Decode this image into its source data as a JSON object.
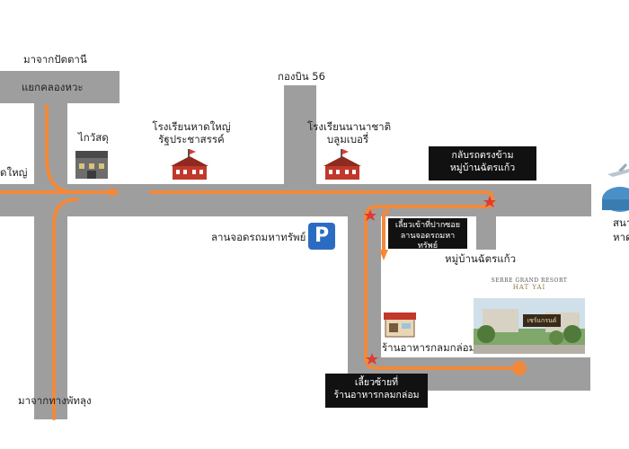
{
  "labels": {
    "from_pattani": "มาจากปัตตานี",
    "khlong_hae_junction": "แยกคลองหวะ",
    "hatyai_left": "ดใหญ่",
    "kong_bin": "กองบิน  56",
    "clock_tower": "ไกวัสดุ",
    "school_hatyai_1": "โรงเรียนหาดใหญ่",
    "school_hatyai_2": "รัฐประชาสรรค์",
    "school_intl_1": "โรงเรียนนานาชาติ",
    "school_intl_2": "บลูมเบอรี่",
    "parking_lot": "ลานจอดรถมหาทรัพย์",
    "village_label": "หมู่บ้านฉัตรแก้ว",
    "restaurant": "ร้านอาหารกลมกล่อม",
    "from_phatthalung": "มาจากทางพัทลุง",
    "airport_1": "สนา",
    "airport_2": "หาด"
  },
  "boxes": {
    "u_turn_1": "กลับรถตรงข้าม",
    "u_turn_2": "หมู่บ้านฉัตรแก้ว",
    "enter_soi_1": "เลี้ยวเข้าที่ปากซอย",
    "enter_soi_2": "ลานจอดรถมหาทรัพย์",
    "turn_left_1": "เลี้ยวซ้ายที่",
    "turn_left_2": "ร้านอาหารกลมกล่อม"
  },
  "resort": {
    "name": "SERRE GRAND RESORT",
    "subtitle": "HAT YAI",
    "sign": "เซร์แกรนด์"
  },
  "icons": {
    "mall": "HALL",
    "restaurant_sign": "RESTAURANT",
    "parking": "P"
  },
  "colors": {
    "road": "#9e9e9e",
    "route": "#f2893a",
    "star": "#e03a2f",
    "school": "#c0392b"
  }
}
